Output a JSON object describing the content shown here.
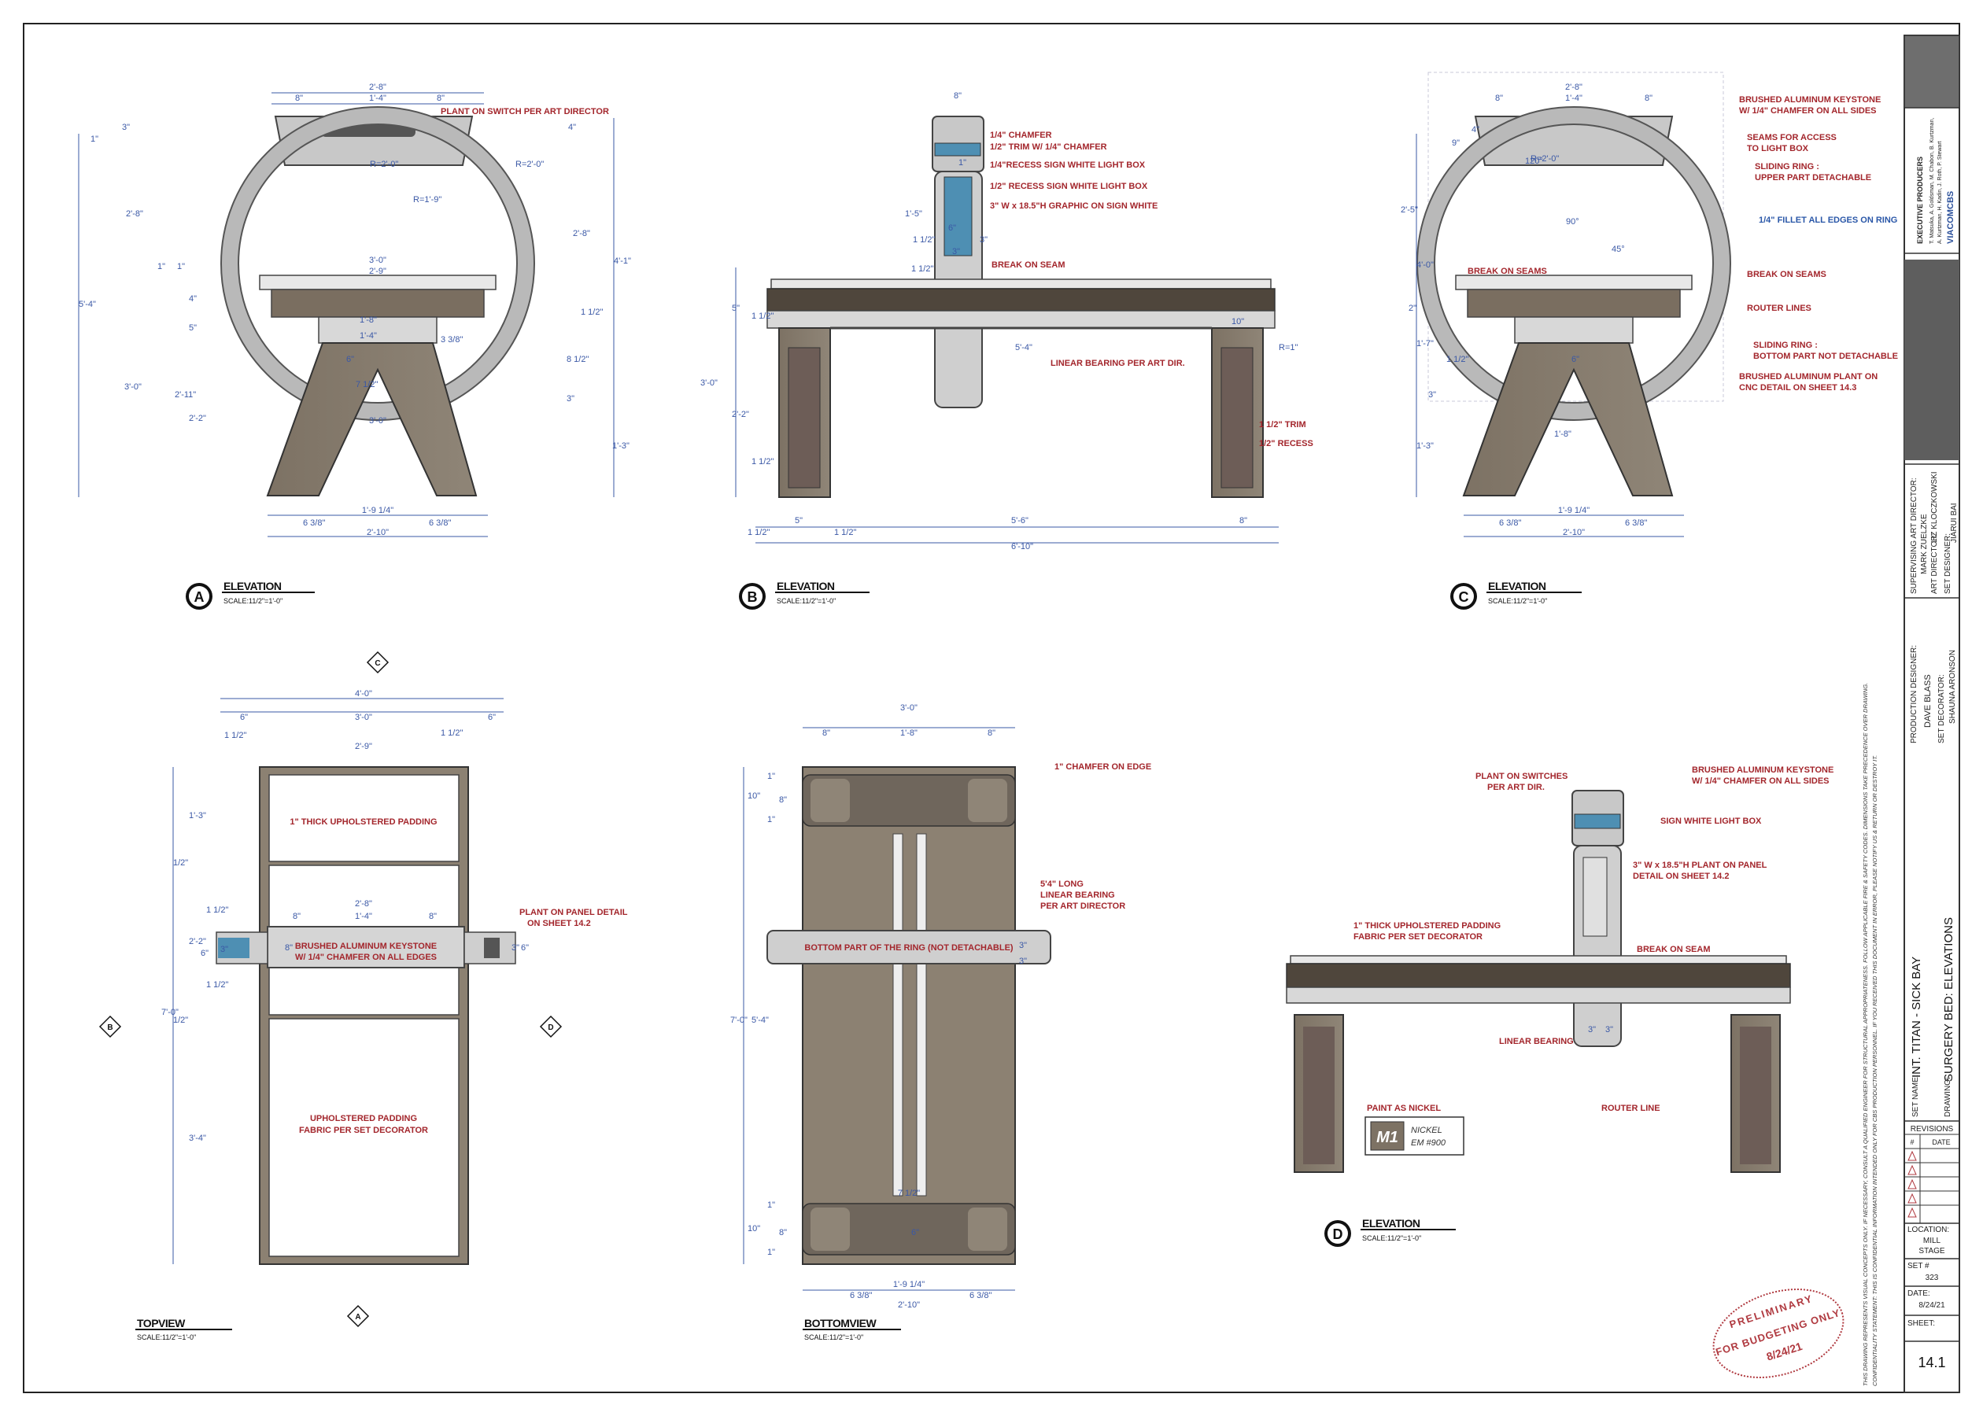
{
  "views": {
    "a": {
      "letter": "A",
      "title": "ELEVATION",
      "scale": "SCALE:11/2\"=1'-0\""
    },
    "b": {
      "letter": "B",
      "title": "ELEVATION",
      "scale": "SCALE:11/2\"=1'-0\""
    },
    "c": {
      "letter": "C",
      "title": "ELEVATION",
      "scale": "SCALE:11/2\"=1'-0\""
    },
    "top": {
      "title": "TOPVIEW",
      "scale": "SCALE:11/2\"=1'-0\""
    },
    "bottom": {
      "title": "BOTTOMVIEW",
      "scale": "SCALE:11/2\"=1'-0\""
    },
    "d": {
      "letter": "D",
      "title": "ELEVATION",
      "scale": "SCALE:11/2\"=1'-0\""
    }
  },
  "markers": {
    "c": "C",
    "a": "A",
    "b": "B",
    "d": "D"
  },
  "dims_a": {
    "top_w": "2'-8\"",
    "top_l": "8\"",
    "top_c": "1'-4\"",
    "top_r": "8\"",
    "r1": "R=2'-0\"",
    "r2": "R=2'-0\"",
    "r3": "R=1'-9\"",
    "d3": "3\"",
    "d4": "4\"",
    "d1": "1\"",
    "h264": "2'-8\"",
    "h284": "2'-8\"",
    "h41": "4'-1\"",
    "h54": "5'-4\"",
    "d1b": "1\"",
    "d1c": "1\"",
    "w30": "3'-0\"",
    "w29": "2'-9\"",
    "d4b": "4\"",
    "d5": "5\"",
    "d18": "1'-8\"",
    "d14": "1'-4\"",
    "d338": "3 3/8\"",
    "d6": "6\"",
    "d112": "1 1/2\"",
    "d812": "8 1/2\"",
    "d712": "7 1/2\"",
    "h30": "3'-0\"",
    "h211": "2'-11\"",
    "h22": "2'-2\"",
    "d3b": "3\"",
    "w30b": "3'-0\"",
    "h13": "1'-3\"",
    "w1914": "1'-9 1/4\"",
    "w638l": "6 3/8\"",
    "w638r": "6 3/8\"",
    "w210": "2'-10\""
  },
  "notes_a": {
    "plant_switch": "PLANT ON SWITCH PER ART DIRECTOR"
  },
  "dims_b": {
    "w8": "8\"",
    "d1": "1\"",
    "d3": "3\"",
    "h15": "1'-5\"",
    "d112a": "1 1/2\"",
    "d6": "6\"",
    "d3b": "3\"",
    "d112b": "1 1/2\"",
    "d5": "5\"",
    "d112c": "1 1/2\"",
    "d10": "10\"",
    "w54": "5'-4\"",
    "r1": "R=1\"",
    "h30": "3'-0\"",
    "h22": "2'-2\"",
    "d112d": "1 1/2\"",
    "d5b": "5\"",
    "d112e": "1 1/2\"",
    "w56": "5'-6\"",
    "d8": "8\"",
    "d112f": "1 1/2\"",
    "w610": "6'-10\""
  },
  "notes_b": {
    "chamfer": "1/4\" CHAMFER",
    "trim": "1/2\" TRIM W/ 1/4\" CHAMFER",
    "recess14": "1/4\"RECESS SIGN WHITE LIGHT BOX",
    "recess12": "1/2\" RECESS SIGN WHITE LIGHT BOX",
    "graphic": "3\" W x 18.5\"H GRAPHIC ON SIGN WHITE",
    "break": "BREAK ON SEAM",
    "linear": "LINEAR BEARING PER ART DIR.",
    "trim112": "1 1/2\" TRIM",
    "recess112": "1/2\" RECESS"
  },
  "dims_c": {
    "top_w": "2'-8\"",
    "top_l": "8\"",
    "top_c": "1'-4\"",
    "top_r": "8\"",
    "r2": "R=2'-0\"",
    "d4": "4\"",
    "d9": "9\"",
    "h25": "2'-5\"",
    "h40": "4'-0\"",
    "d2": "2\"",
    "h17": "1'-7\"",
    "d112": "1 1/2\"",
    "d3": "3\"",
    "h13": "1'-3\"",
    "h18": "1'-8\"",
    "d6": "6\"",
    "w1914": "1'-9 1/4\"",
    "w638l": "6 3/8\"",
    "w638r": "6 3/8\"",
    "w210": "2'-10\"",
    "a90": "90°",
    "a120": "120°",
    "a45": "45°"
  },
  "notes_c": {
    "keystone": "BRUSHED ALUMINUM KEYSTONE",
    "keystone2": "W/ 1/4\" CHAMFER ON ALL SIDES",
    "seams": "SEAMS FOR ACCESS",
    "seams2": "TO LIGHT BOX",
    "sliding_up": "SLIDING RING :",
    "sliding_up2": "UPPER PART DETACHABLE",
    "fillet": "1/4\" FILLET ALL EDGES ON RING",
    "break_l": "BREAK ON SEAMS",
    "break_r": "BREAK ON SEAMS",
    "router": "ROUTER LINES",
    "sliding_bot": "SLIDING RING :",
    "sliding_bot2": "BOTTOM PART NOT DETACHABLE",
    "plant": "BRUSHED ALUMINUM PLANT ON",
    "plant2": "CNC DETAIL ON SHEET 14.3"
  },
  "dims_top": {
    "w40": "4'-0\"",
    "d6l": "6\"",
    "w30": "3'-0\"",
    "d6r": "6\"",
    "d112l": "1 1/2\"",
    "d112r": "1 1/2\"",
    "w29": "2'-9\"",
    "h13": "1'-3\"",
    "h12": "1/2\"",
    "d112a": "1 1/2\"",
    "h22": "2'-2\"",
    "d6": "6\"",
    "d3": "3\"",
    "d112b": "1 1/2\"",
    "h70": "7'-0\"",
    "h12b": "1/2\"",
    "h34": "3'-4\"",
    "w28": "2'-8\"",
    "d8l": "8\"",
    "w14": "1'-4\"",
    "d8r": "8\"",
    "d8c": "8\"",
    "d3r": "3\"",
    "d6r2": "6\""
  },
  "notes_top": {
    "padding1": "1\" THICK UPHOLSTERED PADDING",
    "keystone": "BRUSHED ALUMINUM KEYSTONE",
    "keystone2": "W/ 1/4\" CHAMFER ON ALL EDGES",
    "plant": "PLANT ON PANEL DETAIL",
    "plant2": "ON SHEET 14.2",
    "padding2": "UPHOLSTERED PADDING",
    "padding3": "FABRIC PER SET DECORATOR"
  },
  "dims_bot": {
    "w30": "3'-0\"",
    "d8l": "8\"",
    "w18": "1'-8\"",
    "d8r": "8\"",
    "d1a": "1\"",
    "d10a": "10\"",
    "d8a": "8\"",
    "d1b": "1\"",
    "h70": "7'-0\"",
    "h54": "5'-4\"",
    "d3a": "3\"",
    "d3b": "3\"",
    "d1c": "1\"",
    "d10b": "10\"",
    "d8b": "8\"",
    "d1d": "1\"",
    "d712": "7 1/2\"",
    "d6": "6\"",
    "w1914": "1'-9 1/4\"",
    "w638l": "6 3/8\"",
    "w638r": "6 3/8\"",
    "w210": "2'-10\""
  },
  "notes_bot": {
    "chamfer": "1\" CHAMFER ON EDGE",
    "linear": "5'4\" LONG",
    "linear2": "LINEAR BEARING",
    "linear3": "PER ART DIRECTOR",
    "ring": "BOTTOM PART OF THE RING (NOT DETACHABLE)"
  },
  "notes_d": {
    "switches": "PLANT ON SWITCHES",
    "switches2": "PER ART DIR.",
    "keystone": "BRUSHED ALUMINUM KEYSTONE",
    "keystone2": "W/ 1/4\" CHAMFER ON ALL SIDES",
    "sign": "SIGN WHITE LIGHT BOX",
    "graphic": "3\" W x 18.5\"H PLANT ON PANEL",
    "graphic2": "DETAIL ON SHEET 14.2",
    "padding": "1\" THICK UPHOLSTERED PADDING",
    "padding2": "FABRIC PER SET DECORATOR",
    "break": "BREAK ON SEAM",
    "linear": "LINEAR BEARING",
    "router": "ROUTER LINE",
    "paint": "PAINT AS NICKEL",
    "d3l": "3\"",
    "d3r": "3\""
  },
  "material": {
    "code": "M1",
    "name": "NICKEL",
    "spec": "EM #900"
  },
  "stamp": {
    "line1": "PRELIMINARY",
    "line2": "FOR BUDGETING ONLY",
    "date": "8/24/21"
  },
  "disclaimer": {
    "line1": "THIS DRAWING REPRESENTS VISUAL CONCEPTS ONLY. IF NECESSARY, CONSULT A QUALIFIED ENGINEER FOR STRUCTURAL APPROPRIATENESS. FOLLOW APPLICABLE FIRE & SAFETY CODES. DIMENSIONS TAKE PRECEDENCE OVER DRAWING.",
    "line2": "CONFIDENTIALITY STATEMENT: THIS IS CONFIDENTIAL INFORMATION INTENDED ONLY FOR CBS PRODUCTION PERSONNEL. IF YOU RECEIVED THIS DOCUMENT IN ERROR, PLEASE NOTIFY US & RETURN OR DESTROY IT."
  },
  "titleblock": {
    "exec_label": "EXECUTIVE PRODUCERS",
    "exec_names1": "T. Matsuka, A. Goldsman, M. Chabon, B. Kurtzman,",
    "exec_names2": "A. Kurtzman, H. Kadin, J. Roth, P. Stewart",
    "brand": "VIACOMCBS",
    "sup_label": "SUPERVISING ART DIRECTOR:",
    "sup_name": "MARK ZUELZKE",
    "ad_label": "ART DIRECTOR:",
    "ad_name": "LIZ KLOCZKOWSKI",
    "sd_label": "SET DESIGNER:",
    "sd_name": "JIARUI BAI",
    "pd_label": "PRODUCTION DESIGNER:",
    "pd_name": "DAVE BLASS",
    "dec_label": "SET DECORATOR:",
    "dec_name": "SHAUNA ARONSON",
    "setname_label": "SET NAME:",
    "setname": "INT. TITAN - SICK BAY",
    "drawing_label": "DRAWING:",
    "drawing": "SURGERY BED: ELEVATIONS",
    "revisions": "REVISIONS",
    "rev_num": "#",
    "rev_date": "DATE",
    "location_label": "LOCATION:",
    "location1": "MILL",
    "location2": "STAGE",
    "set_label": "SET #",
    "set_num": "323",
    "date_label": "DATE:",
    "date": "8/24/21",
    "sheet_label": "SHEET:",
    "sheet": "14.1"
  }
}
